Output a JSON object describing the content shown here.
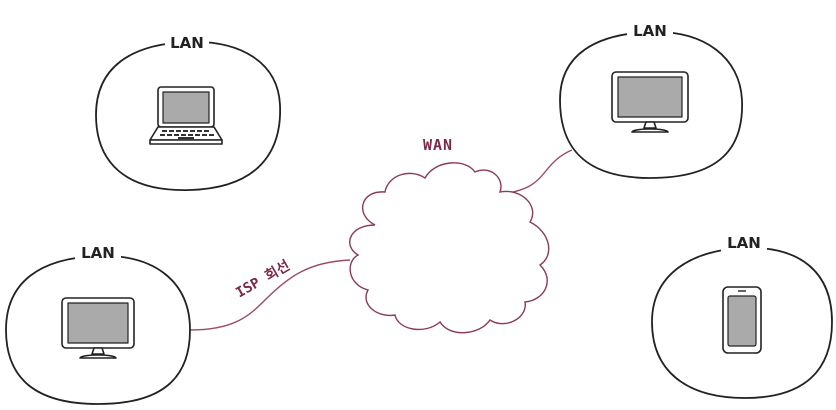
{
  "diagram": {
    "lans": [
      {
        "label": "LAN",
        "device": "laptop-icon"
      },
      {
        "label": "LAN",
        "device": "monitor-icon"
      },
      {
        "label": "LAN",
        "device": "monitor-icon"
      },
      {
        "label": "LAN",
        "device": "smartphone-icon"
      }
    ],
    "wan_label": "WAN",
    "isp_label": "ISP 회선"
  },
  "colors": {
    "outline": "#222222",
    "accent": "#7a2a4a",
    "screen": "#aaaaaa"
  }
}
